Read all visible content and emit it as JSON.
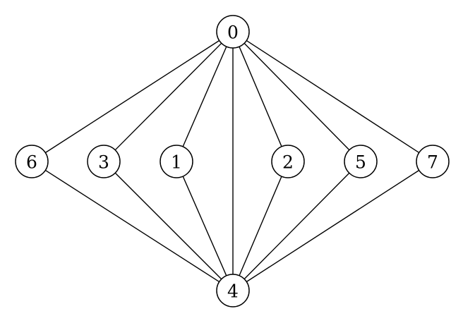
{
  "graph": {
    "nodes": [
      "0",
      "6",
      "3",
      "1",
      "2",
      "5",
      "7",
      "4"
    ],
    "edges": [
      [
        "0",
        "6"
      ],
      [
        "0",
        "3"
      ],
      [
        "0",
        "1"
      ],
      [
        "0",
        "4"
      ],
      [
        "0",
        "2"
      ],
      [
        "0",
        "5"
      ],
      [
        "0",
        "7"
      ],
      [
        "6",
        "4"
      ],
      [
        "3",
        "4"
      ],
      [
        "1",
        "4"
      ],
      [
        "2",
        "4"
      ],
      [
        "5",
        "4"
      ],
      [
        "7",
        "4"
      ]
    ]
  },
  "colors": {
    "stroke": "#000000",
    "fill": "#ffffff",
    "text": "#000000"
  }
}
